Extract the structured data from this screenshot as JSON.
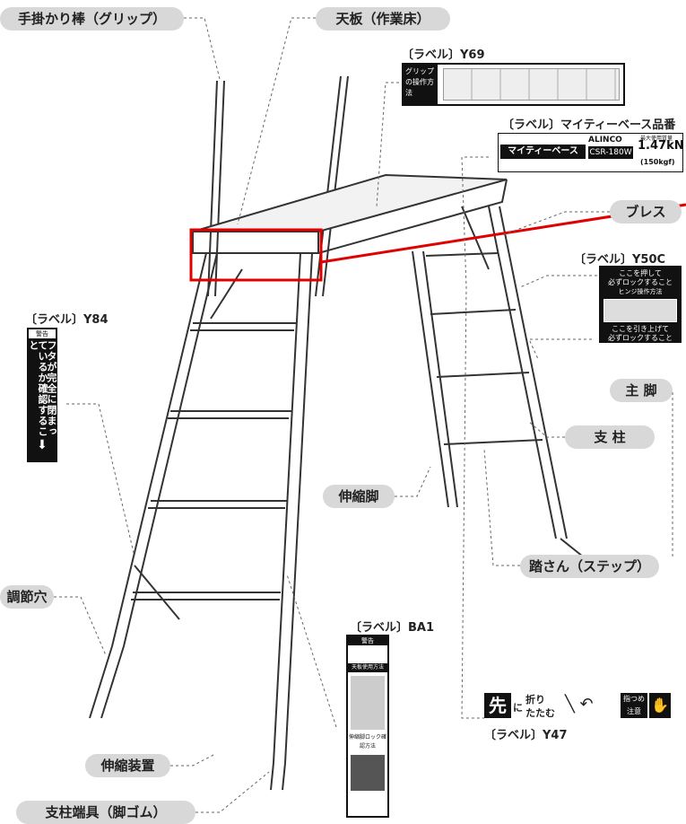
{
  "callouts": {
    "grip": "手掛かり棒（グリップ）",
    "top_plate": "天板（作業床）",
    "brace": "ブレス",
    "main_leg": "主 脚",
    "pillar": "支 柱",
    "telescopic_leg": "伸縮脚",
    "step": "踏さん（ステップ）",
    "adjust_hole": "調節穴",
    "telescopic_device": "伸縮装置",
    "foot_rubber": "支柱端具（脚ゴム）"
  },
  "labels": {
    "y69": "〔ラベル〕Y69",
    "mighty_base": "〔ラベル〕マイティーベース品番",
    "y50c": "〔ラベル〕Y50C",
    "y84": "〔ラベル〕Y84",
    "ba1": "〔ラベル〕BA1",
    "y47": "〔ラベル〕Y47"
  },
  "sticker_y69": {
    "grip_method": "グリップの操作方法"
  },
  "sticker_mighty": {
    "brand": "ALINCO",
    "product": "マイティーベース",
    "model": "CSR-180W",
    "load_kn": "1.47kN",
    "load_kgf": "(150kgf)",
    "load_title": "最大使用質量"
  },
  "sticker_y50c": {
    "line1": "ここを押して",
    "line2": "必ずロックすること",
    "line3": "ヒンジ操作方法",
    "line4": "ここを引き上げて",
    "line5": "必ずロックすること"
  },
  "sticker_y84": {
    "head": "警告",
    "text": "フタが完全に閉まっているか確認すること"
  },
  "sticker_ba1": {
    "head": "警告",
    "sub1": "天板使用方法",
    "sub2": "伸縮脚ロック確認方法"
  },
  "sticker_y47": {
    "first": "先",
    "ni": "に",
    "fold1": "折り",
    "fold2": "たたむ",
    "caution1": "指つめ",
    "caution2": "注意"
  },
  "colors": {
    "pill_bg": "#d8d8d8",
    "highlight_red": "#e00000",
    "leader": "#666666"
  }
}
